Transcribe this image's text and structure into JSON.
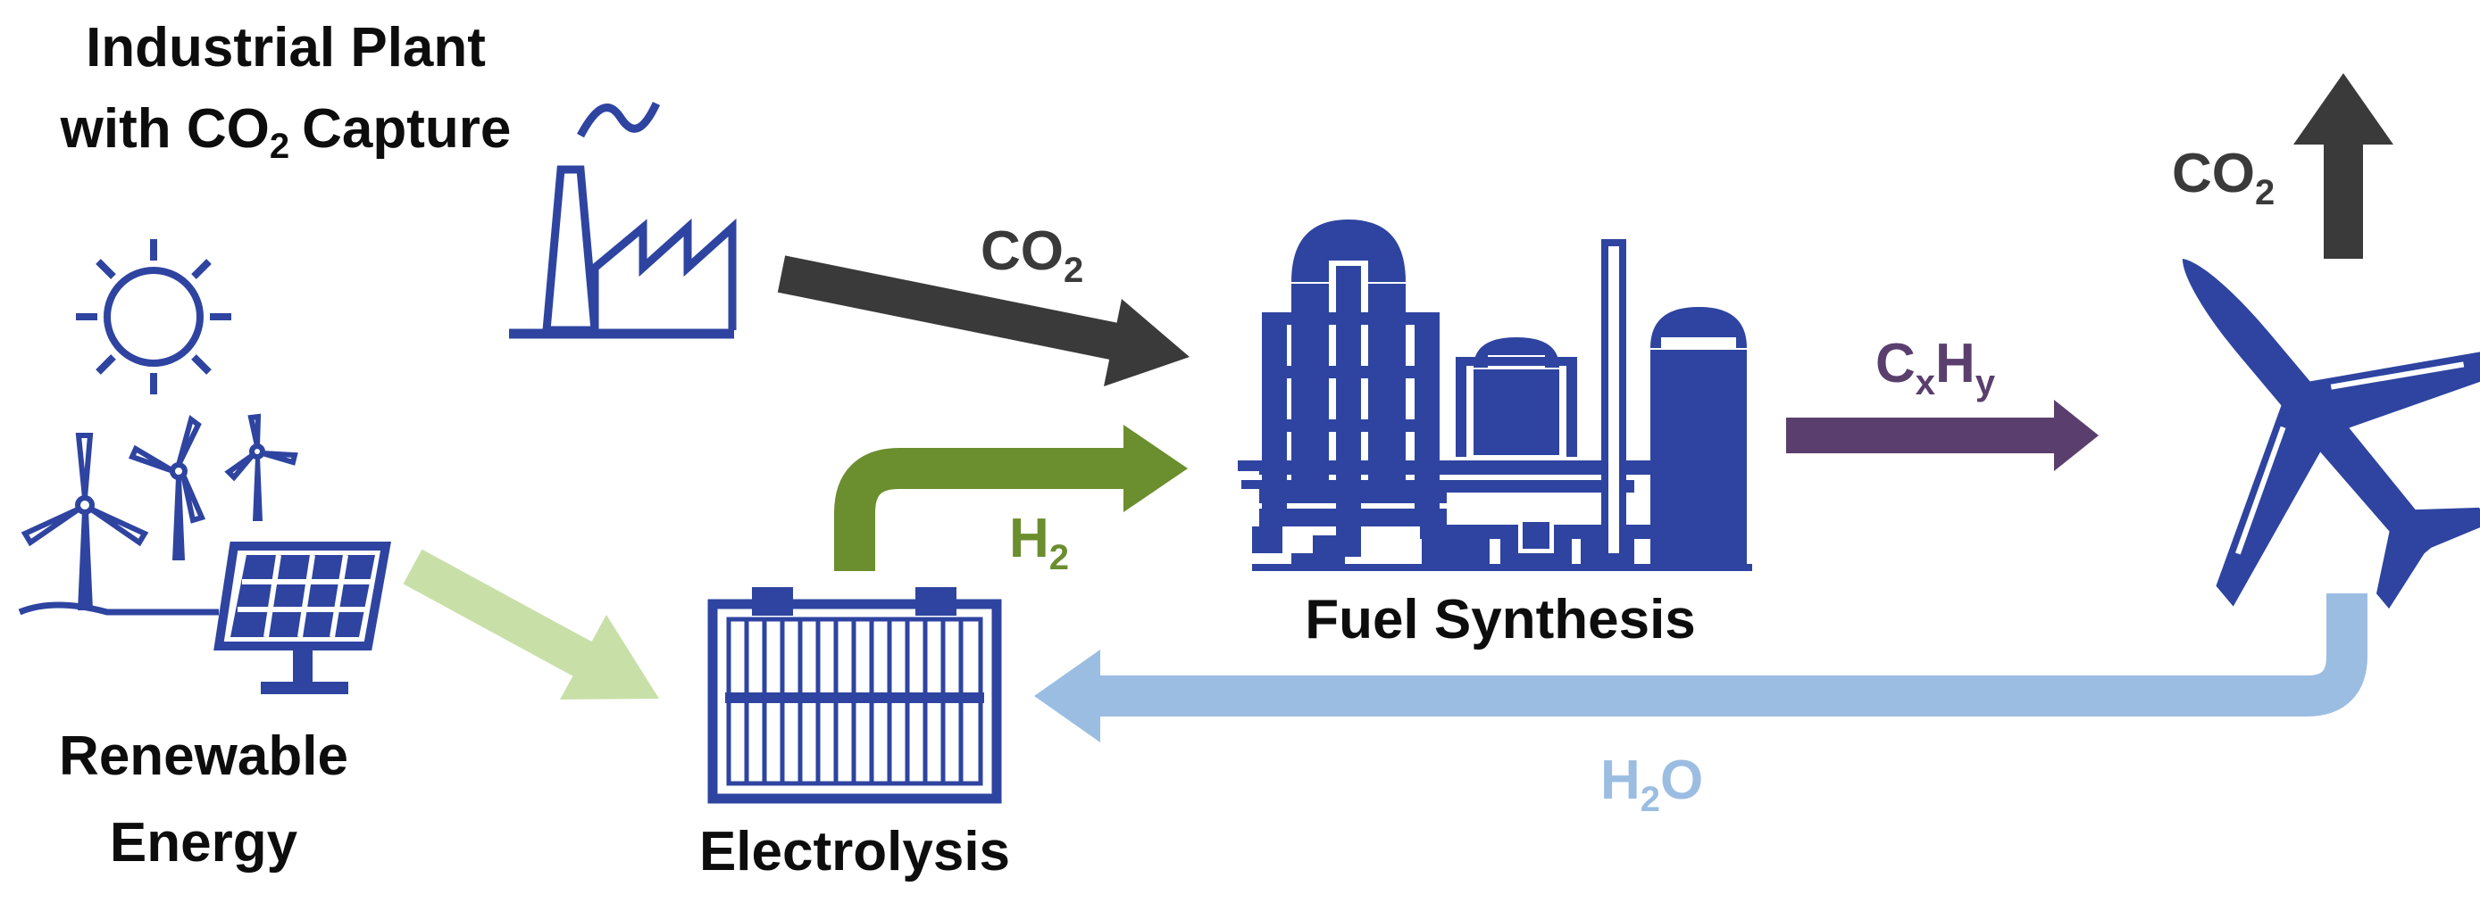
{
  "labels": {
    "industrial_plant": "Industrial Plant",
    "capture_prefix": "with CO",
    "capture_sub": "2",
    "capture_suffix": "Capture",
    "renewable": "Renewable",
    "energy": "Energy",
    "electrolysis": "Electrolysis",
    "fuel_synthesis": "Fuel Synthesis"
  },
  "flows": {
    "co2_in": {
      "main": "CO",
      "sub": "2",
      "color": "#3a3a3a"
    },
    "h2": {
      "main": "H",
      "sub": "2",
      "color": "#6b8e2e"
    },
    "hydrocarbon": {
      "c": "C",
      "x": "x",
      "h": "H",
      "y": "y",
      "color": "#5a3f6e"
    },
    "h2o": {
      "h": "H",
      "sub": "2",
      "o": "O",
      "color": "#9cbde2"
    },
    "co2_out": {
      "main": "CO",
      "sub": "2",
      "color": "#3a3a3a"
    },
    "renewable_power": {
      "color": "#c8e0a8"
    }
  },
  "colors": {
    "icon_blue": "#2e44a0"
  },
  "icons": [
    "factory-icon",
    "sun-icon",
    "wind-turbine-icon",
    "solar-panel-icon",
    "electrolyzer-icon",
    "refinery-icon",
    "airplane-icon"
  ]
}
